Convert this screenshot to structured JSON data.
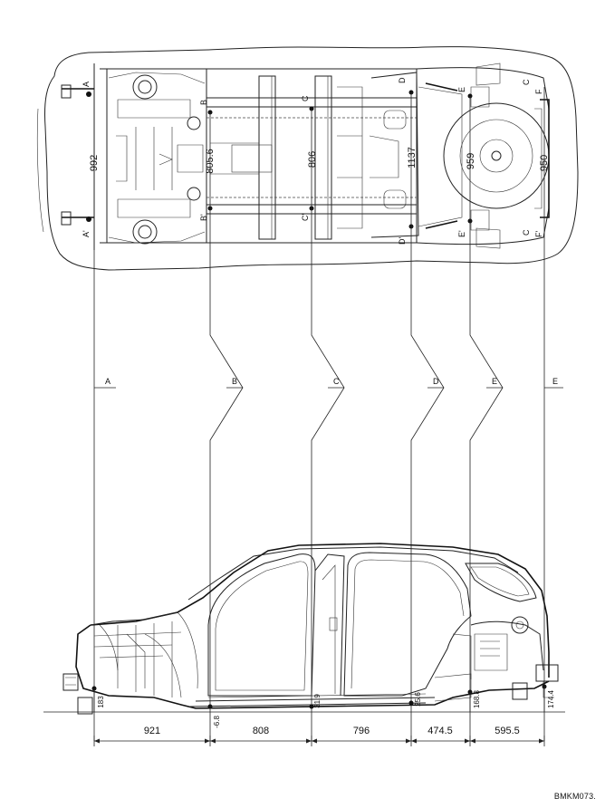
{
  "section_letters": {
    "A": "A",
    "B": "B",
    "C": "C",
    "D": "D",
    "E": "E",
    "F": "F",
    "A_prime": "A'",
    "B_prime": "B'",
    "C_prime": "C'",
    "D_prime": "D'",
    "E_prime": "E'",
    "F_prime": "F'"
  },
  "reference_labels": [
    "A",
    "B",
    "C",
    "D",
    "E",
    "E"
  ],
  "top_widths": {
    "a": "992",
    "b": "805.6",
    "c": "806",
    "d": "1137",
    "e": "959",
    "f": "950"
  },
  "side_heights": {
    "front": "183",
    "b": "-6.8",
    "c": "31.9",
    "d": "25.6",
    "e": "168.8",
    "rear": "174.4"
  },
  "side_distances": [
    "921",
    "808",
    "796",
    "474.5",
    "595.5"
  ],
  "drawing_code": "BMKM073."
}
